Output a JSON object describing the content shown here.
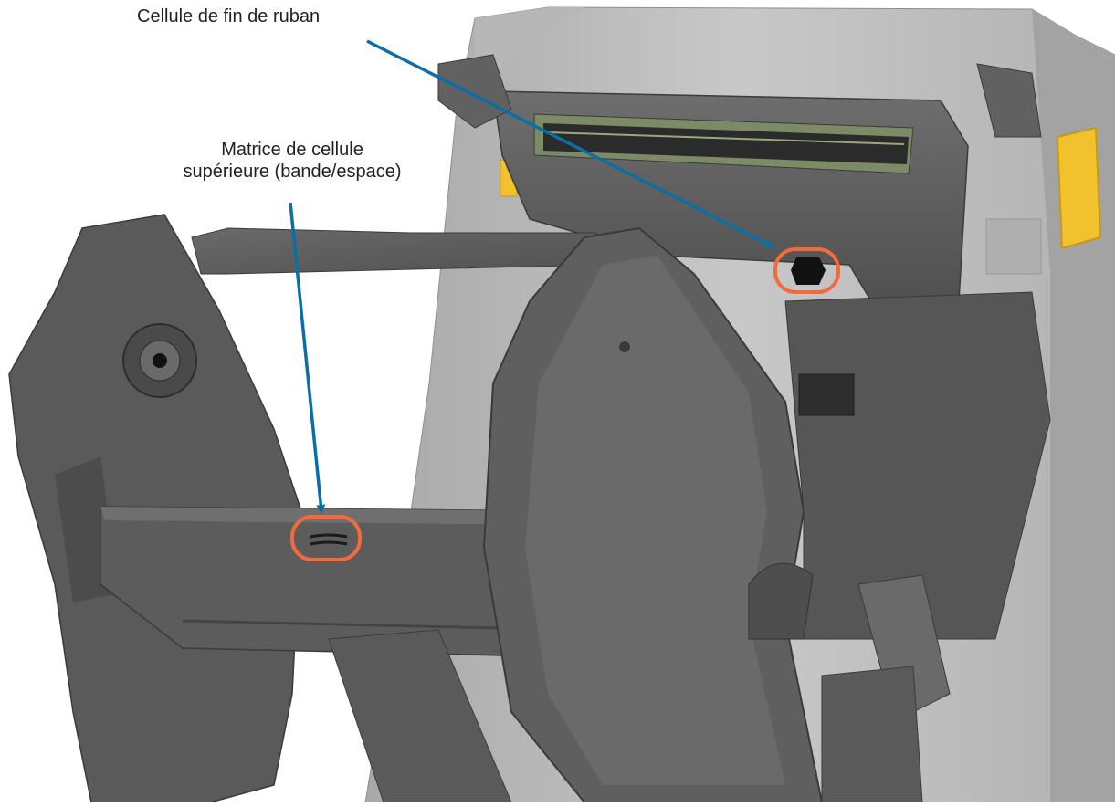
{
  "callouts": {
    "ribbon_out_sensor": "Cellule de fin de ruban",
    "upper_sensor_line1": "Matrice de cellule",
    "upper_sensor_line2": "supérieure (bande/espace)"
  },
  "colors": {
    "arrow": "#0a6fa6",
    "highlight": "#f26b3a",
    "printer_body_light": "#bdbcbc",
    "printer_body_dark": "#5c5c5c",
    "release_latch": "#f2c12e"
  }
}
